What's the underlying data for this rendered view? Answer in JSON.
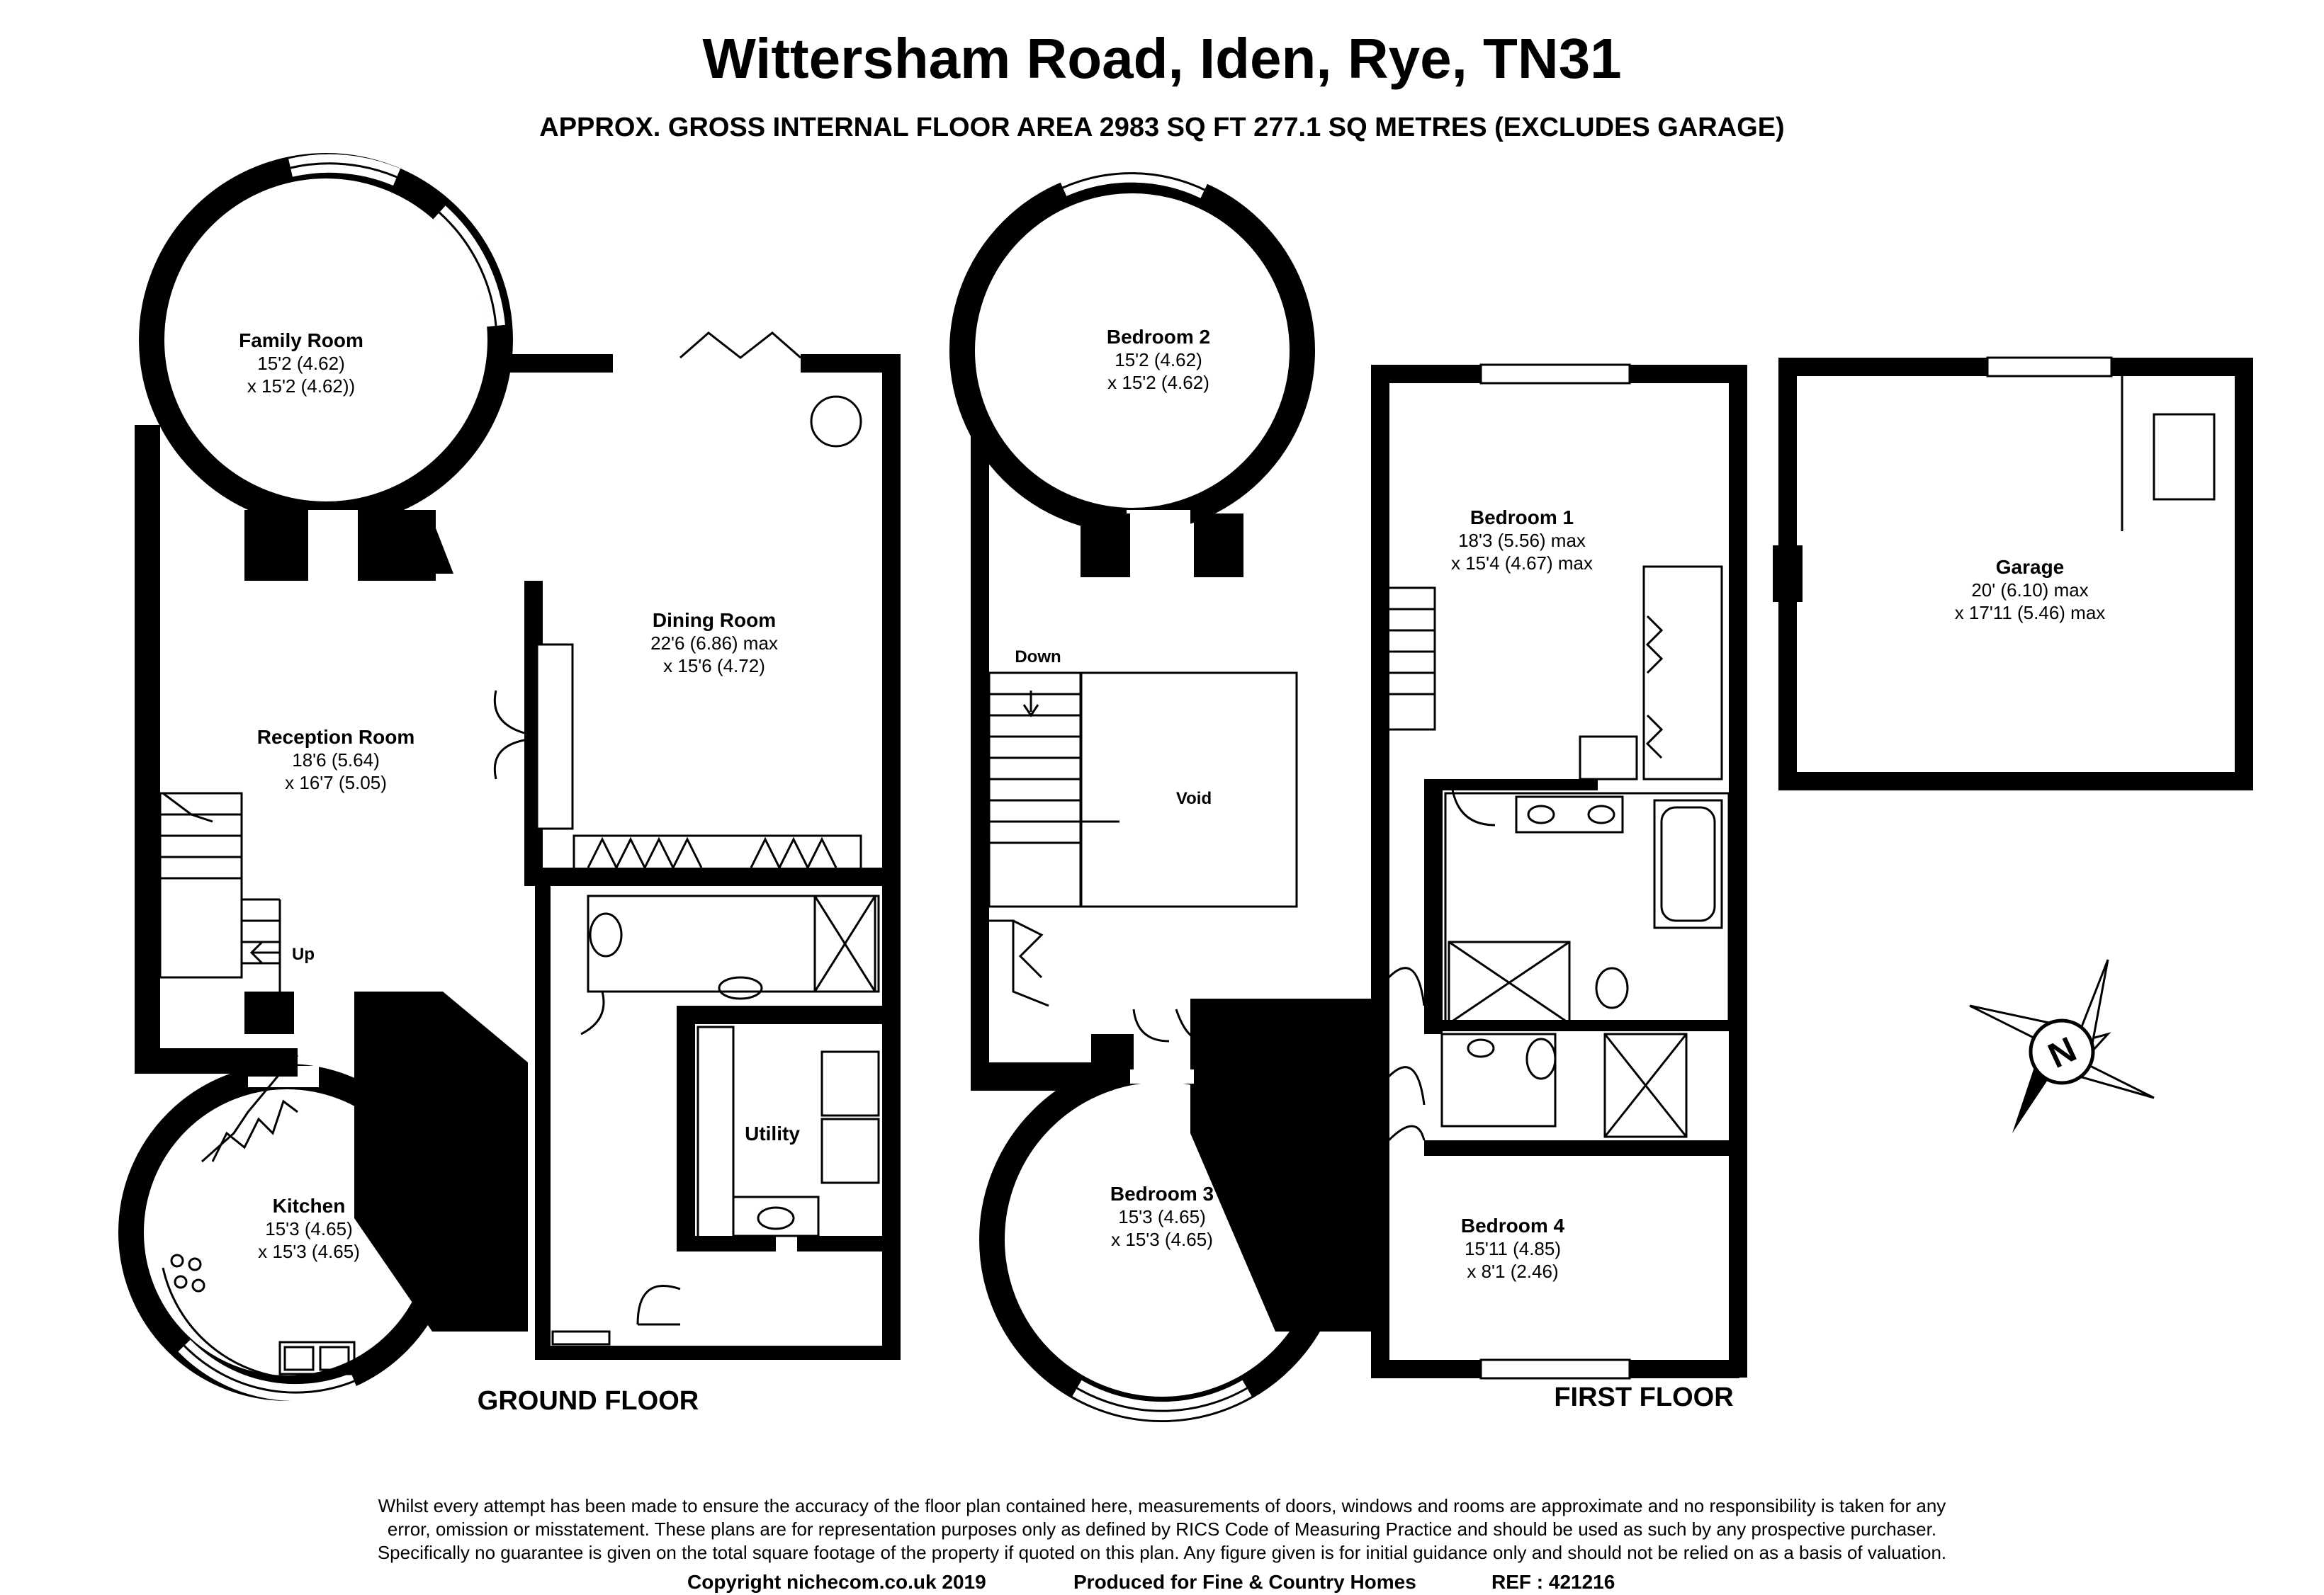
{
  "header": {
    "title": "Wittersham Road, Iden, Rye, TN31",
    "subtitle": "APPROX. GROSS INTERNAL FLOOR AREA 2983 SQ FT 277.1 SQ METRES (EXCLUDES GARAGE)"
  },
  "ground_floor": {
    "label": "GROUND FLOOR",
    "stairs_label": "Up",
    "rooms": {
      "family_room": {
        "name": "Family Room",
        "dim1": "15'2 (4.62)",
        "dim2": "x 15'2 (4.62))"
      },
      "dining_room": {
        "name": "Dining Room",
        "dim1": "22'6 (6.86) max",
        "dim2": "x 15'6 (4.72)"
      },
      "reception_room": {
        "name": "Reception Room",
        "dim1": "18'6 (5.64)",
        "dim2": "x 16'7 (5.05)"
      },
      "kitchen": {
        "name": "Kitchen",
        "dim1": "15'3 (4.65)",
        "dim2": "x 15'3 (4.65)"
      },
      "utility": {
        "name": "Utility"
      }
    }
  },
  "first_floor": {
    "label": "FIRST FLOOR",
    "stairs_label": "Down",
    "void_label": "Void",
    "rooms": {
      "bedroom_2": {
        "name": "Bedroom 2",
        "dim1": "15'2 (4.62)",
        "dim2": "x 15'2 (4.62)"
      },
      "bedroom_1": {
        "name": "Bedroom 1",
        "dim1": "18'3 (5.56) max",
        "dim2": "x 15'4 (4.67) max"
      },
      "bedroom_3": {
        "name": "Bedroom 3",
        "dim1": "15'3 (4.65)",
        "dim2": "x 15'3 (4.65)"
      },
      "bedroom_4": {
        "name": "Bedroom 4",
        "dim1": "15'11 (4.85)",
        "dim2": "x 8'1 (2.46)"
      }
    }
  },
  "garage": {
    "name": "Garage",
    "dim1": "20' (6.10) max",
    "dim2": "x 17'11 (5.46) max"
  },
  "compass": {
    "letter": "N",
    "icon": "compass-north-icon"
  },
  "footer": {
    "disclaimer_lines": [
      "Whilst every attempt has been made to ensure the accuracy of the floor plan contained here, measurements of doors, windows and rooms are approximate and no responsibility is taken for any",
      "error, omission or misstatement. These plans are for representation purposes only as defined by RICS Code of Measuring Practice and should be used as such by any prospective purchaser.",
      "Specifically no guarantee is given on the total square footage of the property if quoted on this plan. Any figure given is for initial guidance only and should not be relied on as a basis of valuation."
    ],
    "copyright": "Copyright nichecom.co.uk 2019",
    "produced_for": "Produced for Fine & Country Homes",
    "reference": "REF : 421216"
  },
  "colors": {
    "wall": "#000000",
    "background": "#ffffff"
  }
}
